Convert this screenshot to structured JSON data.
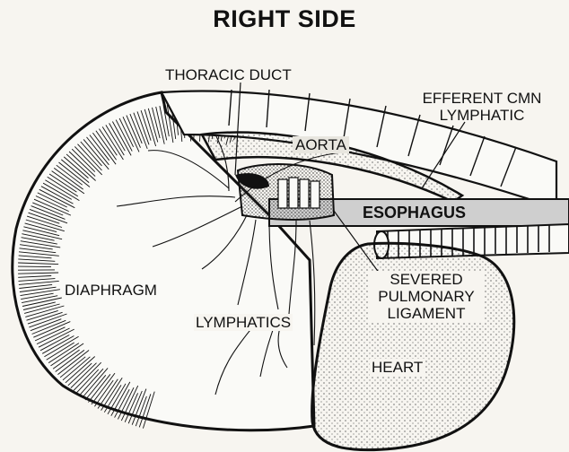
{
  "title": "RIGHT SIDE",
  "labels": {
    "thoracic_duct": "THORACIC DUCT",
    "efferent_line1": "EFFERENT CMN",
    "efferent_line2": "LYMPHATIC",
    "aorta": "AORTA",
    "esophagus": "ESOPHAGUS",
    "diaphragm": "DIAPHRAGM",
    "severed_line1": "SEVERED",
    "severed_line2": "PULMONARY",
    "severed_line3": "LIGAMENT",
    "lymphatics": "LYMPHATICS",
    "heart": "HEART"
  },
  "colors": {
    "ink": "#111111",
    "paper": "#f7f5f0",
    "esophagus_fill": "#cfcfcf"
  }
}
